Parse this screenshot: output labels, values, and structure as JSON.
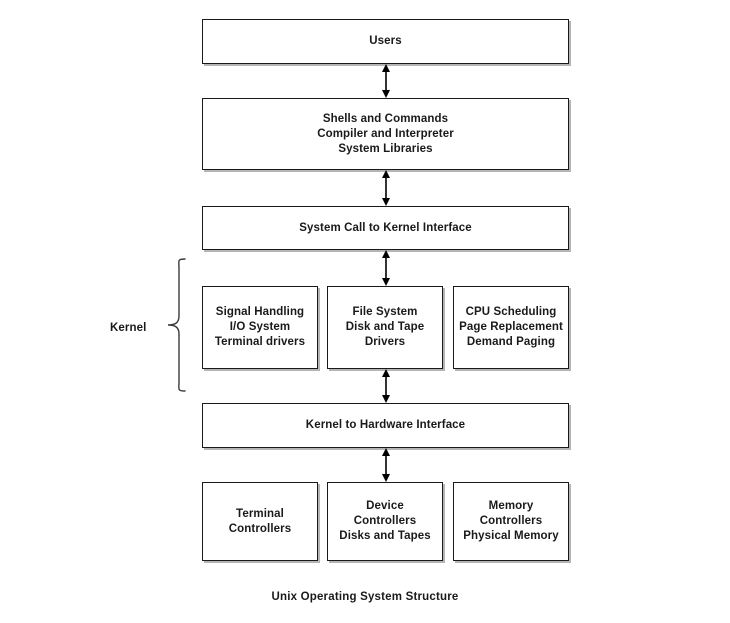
{
  "diagram": {
    "caption": "Unix Operating System Structure",
    "kernel_label": "Kernel",
    "colors": {
      "background": "#ffffff",
      "box_border": "#1a1a1a",
      "box_fill": "#ffffff",
      "text": "#1a1a1a",
      "shadow": "#787878",
      "arrow": "#000000"
    },
    "layers": [
      {
        "id": "users",
        "boxes": [
          {
            "id": "users-box",
            "text": "Users"
          }
        ]
      },
      {
        "id": "user-programs",
        "boxes": [
          {
            "id": "shells-box",
            "text": "Shells and Commands\nCompiler and Interpreter\nSystem Libraries"
          }
        ]
      },
      {
        "id": "system-call-interface",
        "boxes": [
          {
            "id": "system-call-box",
            "text": "System Call to Kernel Interface"
          }
        ]
      },
      {
        "id": "kernel",
        "boxes": [
          {
            "id": "signal-box",
            "text": "Signal Handling\nI/O System\nTerminal drivers"
          },
          {
            "id": "filesystem-box",
            "text": "File System\nDisk and Tape\nDrivers"
          },
          {
            "id": "cpu-box",
            "text": "CPU Scheduling\nPage Replacement\nDemand Paging"
          }
        ]
      },
      {
        "id": "hardware-interface",
        "boxes": [
          {
            "id": "kernel-hardware-box",
            "text": "Kernel to Hardware Interface"
          }
        ]
      },
      {
        "id": "hardware",
        "boxes": [
          {
            "id": "terminal-controllers-box",
            "text": "Terminal\nControllers"
          },
          {
            "id": "device-controllers-box",
            "text": "Device\nControllers\nDisks and Tapes"
          },
          {
            "id": "memory-controllers-box",
            "text": "Memory\nControllers\nPhysical Memory"
          }
        ]
      }
    ],
    "connectors": [
      {
        "id": "users-to-shells",
        "kind": "double-headed-vertical-arrow"
      },
      {
        "id": "shells-to-syscall",
        "kind": "double-headed-vertical-arrow"
      },
      {
        "id": "syscall-to-kernel",
        "kind": "double-headed-vertical-arrow"
      },
      {
        "id": "kernel-to-hwinterface",
        "kind": "double-headed-vertical-arrow"
      },
      {
        "id": "hwinterface-to-hardware",
        "kind": "double-headed-vertical-arrow"
      }
    ]
  }
}
